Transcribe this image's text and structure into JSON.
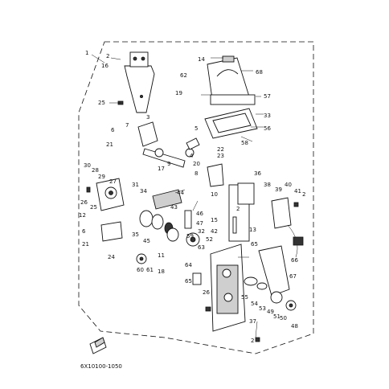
{
  "diagram_code": "6X10100-1050",
  "callouts": [
    "1",
    "2",
    "16",
    "25",
    "3",
    "7",
    "6",
    "21",
    "17",
    "4",
    "5",
    "9",
    "20",
    "14",
    "62",
    "68",
    "19",
    "57",
    "33",
    "56",
    "58",
    "22",
    "23",
    "8",
    "10",
    "36",
    "38",
    "39",
    "40",
    "41",
    "2",
    "30",
    "28",
    "29",
    "27",
    "31",
    "34",
    "44",
    "43",
    "26",
    "12",
    "25",
    "24",
    "21",
    "6",
    "45",
    "35",
    "15",
    "46",
    "47",
    "32",
    "59",
    "63",
    "52",
    "42",
    "13",
    "65",
    "66",
    "67",
    "48",
    "50",
    "49",
    "51",
    "53",
    "54",
    "55",
    "60",
    "61",
    "18",
    "11",
    "64",
    "65",
    "26",
    "37",
    "2",
    "2"
  ],
  "colors": {
    "line": "#111111",
    "fill_dark": "#333333",
    "fill_mid": "#cfcfcf",
    "background": "#ffffff"
  },
  "icons": {
    "drawing_mark": "pencil-on-paper-icon"
  }
}
